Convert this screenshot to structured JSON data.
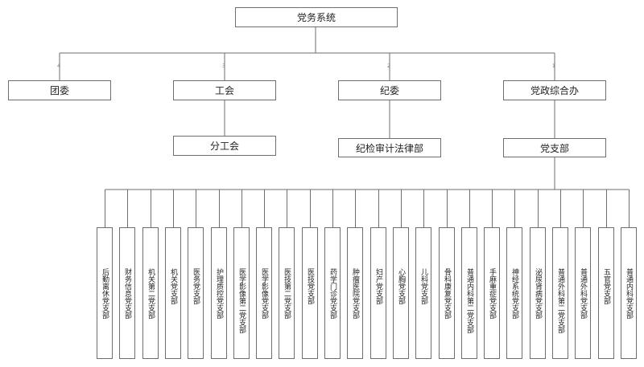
{
  "root": {
    "label": "党务系统"
  },
  "level1": [
    {
      "label": "团委",
      "num": "4"
    },
    {
      "label": "工会",
      "num": "3",
      "child": "分工会"
    },
    {
      "label": "纪委",
      "num": "2",
      "child": "纪检审计法律部"
    },
    {
      "label": "党政综合办",
      "num": "1",
      "child": "党支部"
    }
  ],
  "branches": [
    "后勤离休党支部",
    "财务信息党支部",
    "机关第二党支部",
    "机关党支部",
    "医务党支部",
    "护理质控党支部",
    "医学影像第二党支部",
    "医学影像党支部",
    "医技第二党支部",
    "医技党支部",
    "药学门诊党支部",
    "肿瘤医院党支部",
    "妇产党支部",
    "心胸党支部",
    "儿科党支部",
    "骨科康复党支部",
    "普通内科第二党支部",
    "手麻重症党支部",
    "神经系统党支部",
    "泌尿肾病党支部",
    "普通外科第二党支部",
    "普通外科党支部",
    "五官党支部",
    "普通内科党支部"
  ]
}
